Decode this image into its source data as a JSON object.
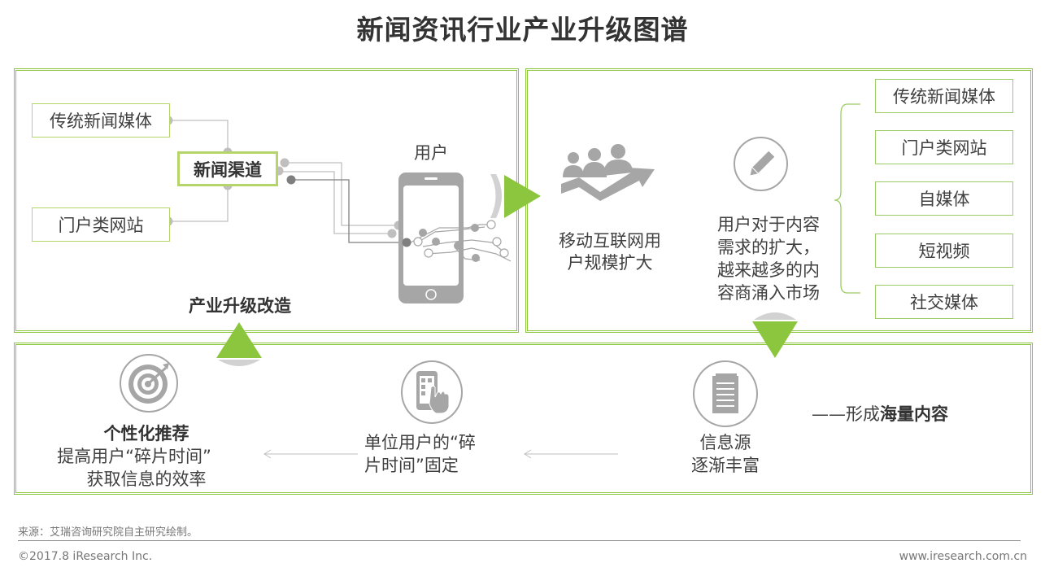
{
  "title": "新闻资讯行业产业升级图谱",
  "panel1": {
    "source_traditional": "传统新闻媒体",
    "source_portal": "门户类网站",
    "channel": "新闻渠道",
    "user_label": "用户",
    "caption": "产业升级改造"
  },
  "panel2": {
    "growth_text_1": "移动互联网用",
    "growth_text_2": "户规模扩大",
    "demand_text": [
      "用户对于内容",
      "需求的扩大，",
      "越来越多的内",
      "容商涌入市场"
    ],
    "providers": [
      "传统新闻媒体",
      "门户类网站",
      "自媒体",
      "短视频",
      "社交媒体"
    ]
  },
  "panel3": {
    "personal_title": "个性化推荐",
    "personal_line1": "提高用户“碎片时间”",
    "personal_line2": "获取信息的效率",
    "fragment_line1": "单位用户的“碎",
    "fragment_line2": "片时间”固定",
    "info_line1": "信息源",
    "info_line2": "逐渐丰富",
    "massive_prefix": "——形成",
    "massive_bold": "海量内容"
  },
  "footer": {
    "source": "来源：艾瑞咨询研究院自主研究绘制。",
    "copyright": "©2017.8 iResearch Inc.",
    "website": "www.iresearch.com.cn"
  },
  "colors": {
    "accent": "#8cc63f",
    "gray_icon": "#a6a6a6"
  }
}
